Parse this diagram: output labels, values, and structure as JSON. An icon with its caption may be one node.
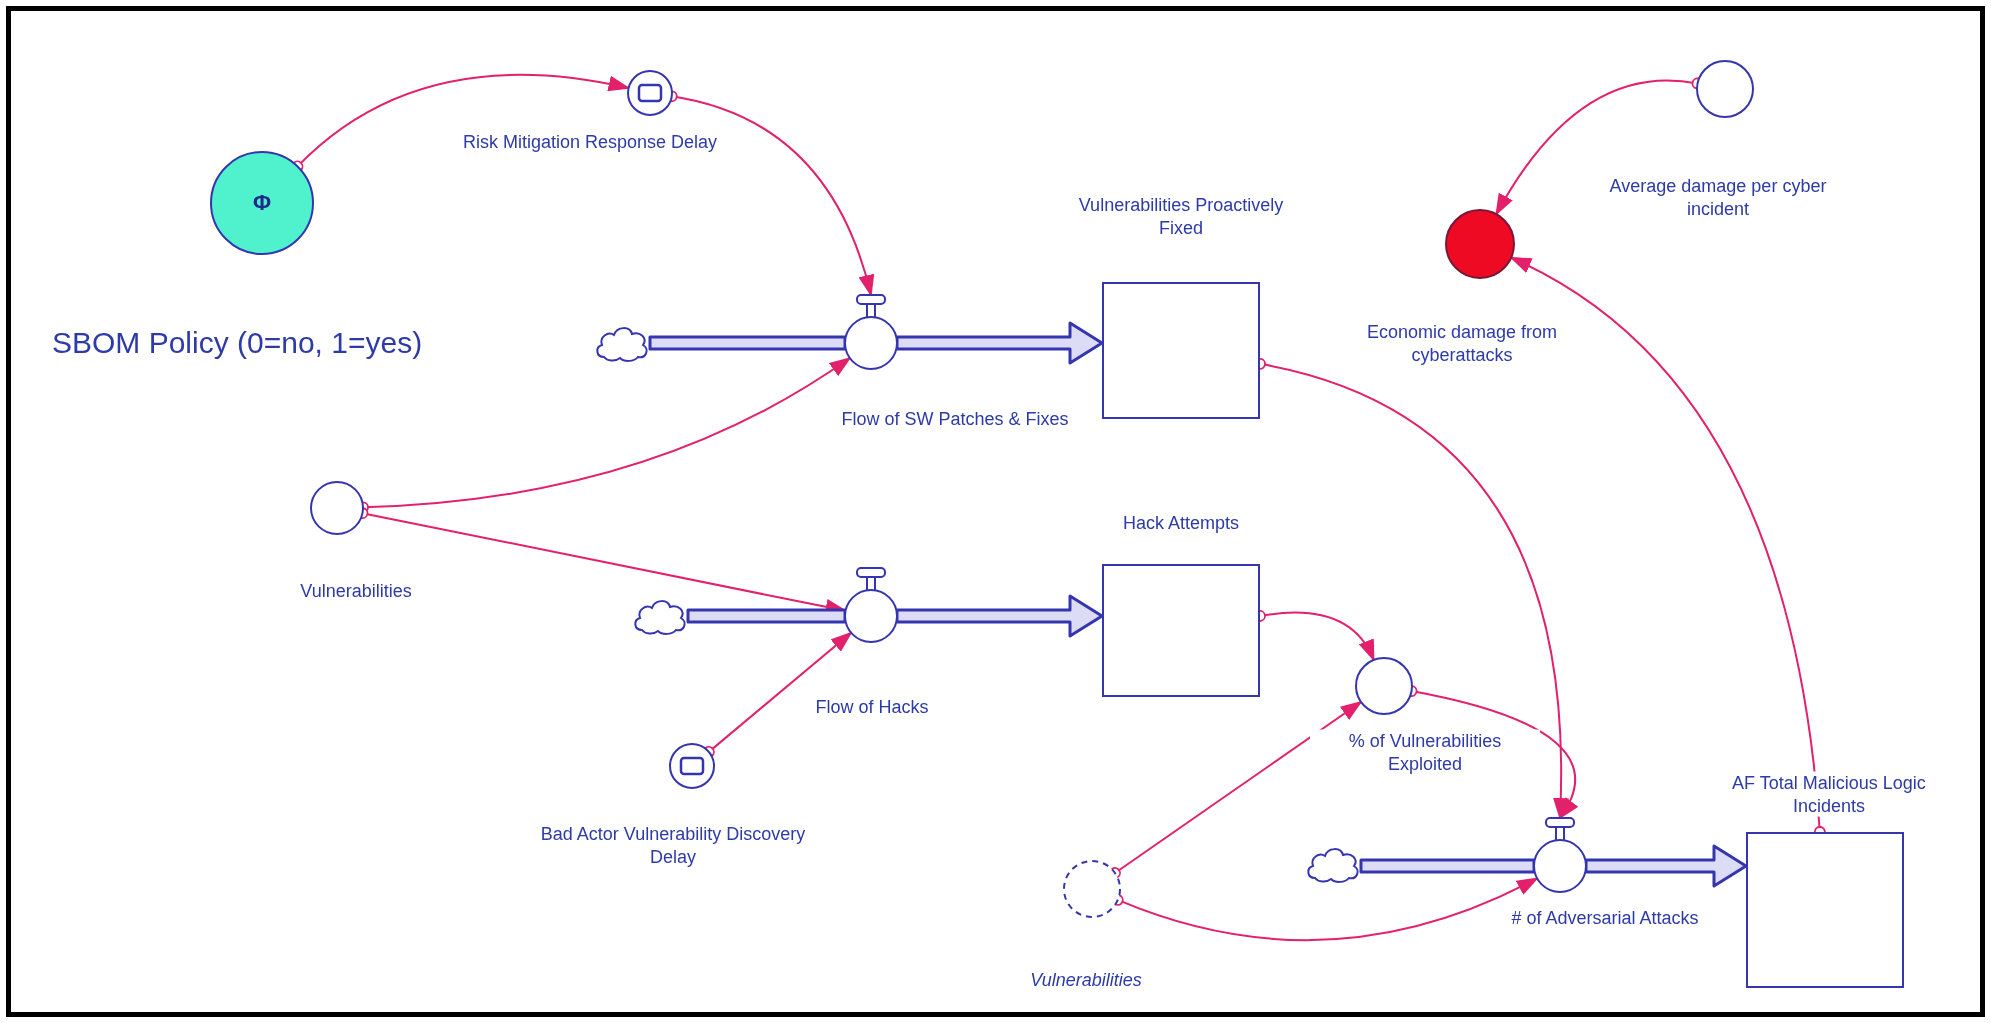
{
  "diagram": {
    "nodes": [
      {
        "text": [
          "Φ",
          "SBOM Policy (0=no, 1=yes)"
        ]
      },
      {
        "text": [
          "Risk Mitigation Response Delay"
        ]
      },
      {
        "text": [
          "Average damage per cyber incident"
        ]
      },
      {
        "text": [
          "Economic damage from cyberattacks"
        ]
      },
      {
        "text": [
          "Vulnerabilities Proactively Fixed"
        ]
      },
      {
        "text": [],
        "shape": "cloud"
      },
      {
        "text": [
          "Flow of SW Patches & Fixes"
        ]
      },
      {
        "text": [
          "Vulnerabilities"
        ]
      },
      {
        "text": [
          "Hack Attempts"
        ]
      },
      {
        "text": [],
        "shape": "cloud"
      },
      {
        "text": [
          "Flow of Hacks"
        ]
      },
      {
        "text": [
          "Bad Actor Vulnerability Discovery Delay"
        ]
      },
      {
        "text": [
          "% of Vulnerabilities Exploited"
        ]
      },
      {
        "text": [
          "AF Total Malicious Logic Incidents"
        ]
      },
      {
        "text": [
          "Vulnerabilities"
        ]
      },
      {
        "text": [],
        "shape": "cloud"
      },
      {
        "text": [
          "# of Adversarial Attacks"
        ]
      }
    ],
    "edges": [
      {
        "from": 0,
        "to": 1,
        "arrow": "to"
      },
      {
        "from": 1,
        "to": 6,
        "arrow": "to"
      },
      {
        "from": 7,
        "to": 6,
        "arrow": "to"
      },
      {
        "from": 7,
        "to": 10,
        "arrow": "to"
      },
      {
        "from": 11,
        "to": 10,
        "arrow": "to"
      },
      {
        "from": 4,
        "to": 16,
        "arrow": "to"
      },
      {
        "from": 8,
        "to": 12,
        "arrow": "to"
      },
      {
        "from": 14,
        "to": 12,
        "arrow": "to"
      },
      {
        "from": 12,
        "to": 16,
        "arrow": "to"
      },
      {
        "from": 14,
        "to": 16,
        "arrow": "to"
      },
      {
        "from": 13,
        "to": 3,
        "arrow": "to"
      },
      {
        "from": 2,
        "to": 3,
        "arrow": "to"
      },
      {
        "from": 5,
        "to": 6,
        "arrow": "none",
        "style": "thick",
        "color": "#3535b0"
      },
      {
        "from": 6,
        "to": 4,
        "arrow": "to",
        "style": "thick",
        "color": "#3535b0"
      },
      {
        "from": 9,
        "to": 10,
        "arrow": "none",
        "style": "thick",
        "color": "#3535b0"
      },
      {
        "from": 10,
        "to": 8,
        "arrow": "to",
        "style": "thick",
        "color": "#3535b0"
      },
      {
        "from": 15,
        "to": 16,
        "arrow": "none",
        "style": "thick",
        "color": "#3535b0"
      },
      {
        "from": 16,
        "to": 13,
        "arrow": "to",
        "style": "thick",
        "color": "#3535b0"
      }
    ]
  }
}
